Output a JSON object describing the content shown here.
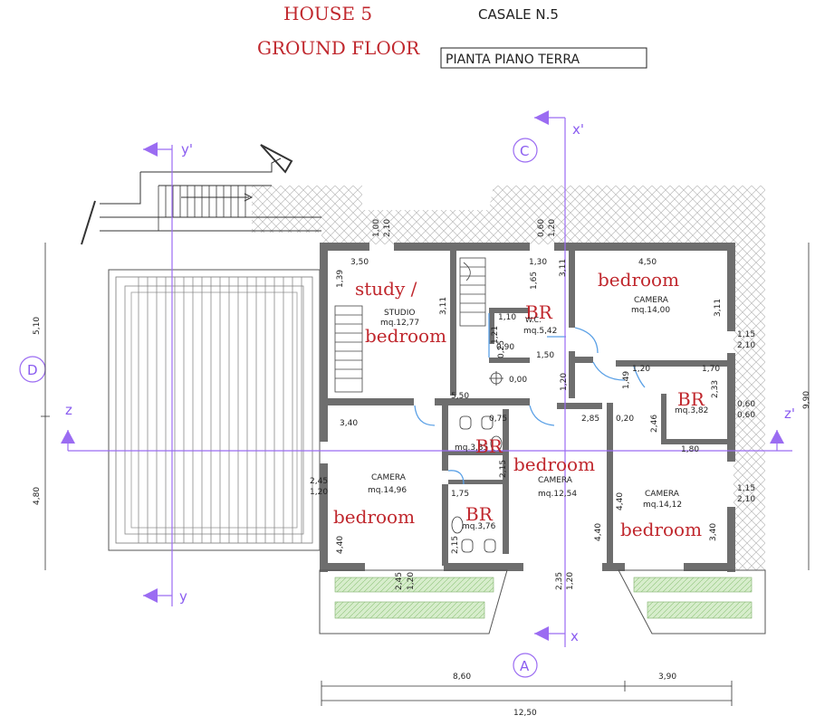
{
  "title": {
    "house_en": "HOUSE 5",
    "floor_en": "GROUND FLOOR",
    "house_it": "CASALE N.5",
    "floor_it": "PIANTA PIANO TERRA"
  },
  "axes": {
    "x_prime": "x'",
    "x": "x",
    "y_prime": "y'",
    "y": "y",
    "z": "z",
    "z_prime": "z'",
    "c": "C",
    "d": "D",
    "a": "A"
  },
  "rooms": {
    "study": {
      "label_en_1": "study /",
      "label_en_2": "bedroom",
      "name": "STUDIO",
      "area": "mq.12,77"
    },
    "bedroom_ne": {
      "label_en": "bedroom",
      "name": "CAMERA",
      "area": "mq.14,00"
    },
    "wc_north": {
      "label_en": "BR",
      "name": "W.C.",
      "area": "mq.5,42"
    },
    "br_east": {
      "label_en": "BR",
      "area": "mq.3,82"
    },
    "br_mid": {
      "label_en": "BR",
      "area": "mq.3,35"
    },
    "br_south": {
      "label_en": "BR",
      "area": "mq.3,76"
    },
    "bedroom_sw": {
      "label_en": "bedroom",
      "name": "CAMERA",
      "area": "mq.14,96"
    },
    "bedroom_mid": {
      "label_en": "bedroom",
      "name": "CAMERA",
      "area": "mq.12,54"
    },
    "bedroom_se": {
      "label_en": "bedroom",
      "name": "CAMERA",
      "area": "mq.14,12"
    }
  },
  "dimensions": {
    "d_1_00": "1,00",
    "d_2_10_top": "2,10",
    "d_3_50": "3,50",
    "d_1_39": "1,39",
    "d_3_11_study": "3,11",
    "d_1_30": "1,30",
    "d_0_60_top": "0,60",
    "d_1_20_top": "1,20",
    "d_1_65": "1,65",
    "d_3_11_wc": "3,11",
    "d_4_50": "4,50",
    "d_3_11_ne": "3,11",
    "d_1_15_ne": "1,15",
    "d_2_10_ne": "2,10",
    "d_1_10": "1,10",
    "d_1_21": "1,21",
    "d_0_25": "0,25",
    "d_0_90": "0,90",
    "d_1_50": "1,50",
    "d_0_00": "0,00",
    "d_1_20_hall": "1,20",
    "d_1_49": "1,49",
    "d_1_20_br": "1,20",
    "d_1_70": "1,70",
    "d_2_33": "2,33",
    "d_0_60_e": "0,60",
    "d_0_60_e2": "0,60",
    "d_9_90": "9,90",
    "d_5_50": "5,50",
    "d_0_75": "0,75",
    "d_2_85": "2,85",
    "d_0_20": "0,20",
    "d_2_46": "2,46",
    "d_1_80": "1,80",
    "d_3_40": "3,40",
    "d_2_15": "2,15",
    "d_2_45_w": "2,45",
    "d_1_20_w": "1,20",
    "d_1_75": "1,75",
    "d_2_15_b": "2,15",
    "d_4_40_sw": "4,40",
    "d_4_40_mid": "4,40",
    "d_4_40_se": "4,40",
    "d_1_15_se": "1,15",
    "d_2_10_se": "2,10",
    "d_3_40_se": "3,40",
    "d_2_45_s": "2,45",
    "d_1_20_s": "1,20",
    "d_2_35": "2,35",
    "d_1_20_s2": "1,20",
    "d_5_10": "5,10",
    "d_4_80": "4,80",
    "d_8_60": "8,60",
    "d_3_90": "3,90",
    "d_12_50": "12,50"
  },
  "colors": {
    "label_red": "#c0272d",
    "axis_purple": "#9b6cf2",
    "wall_gray": "#6e6e6e",
    "door_blue": "#5aa0e6",
    "lawn_green": "#bfe0b0"
  }
}
